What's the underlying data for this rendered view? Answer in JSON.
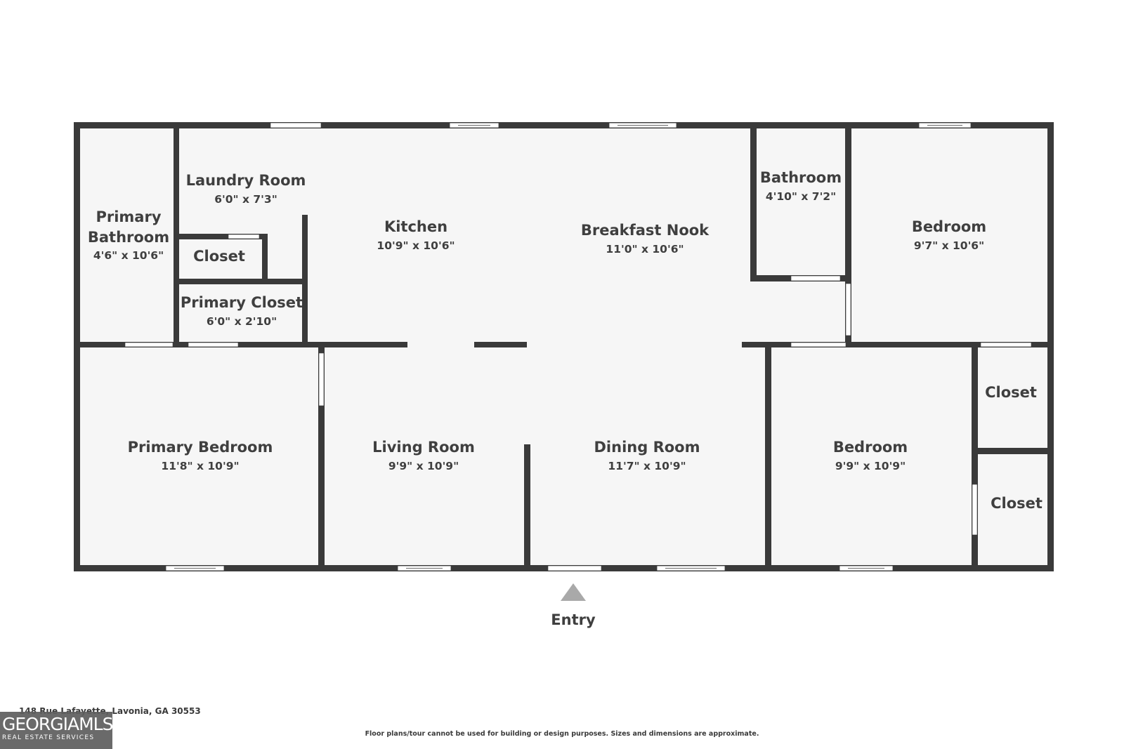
{
  "rooms": [
    {
      "id": "primary-bathroom",
      "name": "Primary Bathroom",
      "dims": "4'6\" x 10'6\""
    },
    {
      "id": "laundry-room",
      "name": "Laundry Room",
      "dims": "6'0\" x 7'3\""
    },
    {
      "id": "closet-laundry",
      "name": "Closet",
      "dims": ""
    },
    {
      "id": "primary-closet",
      "name": "Primary Closet",
      "dims": "6'0\" x 2'10\""
    },
    {
      "id": "kitchen",
      "name": "Kitchen",
      "dims": "10'9\" x 10'6\""
    },
    {
      "id": "breakfast-nook",
      "name": "Breakfast Nook",
      "dims": "11'0\" x 10'6\""
    },
    {
      "id": "bathroom",
      "name": "Bathroom",
      "dims": "4'10\" x 7'2\""
    },
    {
      "id": "bedroom-top",
      "name": "Bedroom",
      "dims": "9'7\" x 10'6\""
    },
    {
      "id": "primary-bedroom",
      "name": "Primary Bedroom",
      "dims": "11'8\" x 10'9\""
    },
    {
      "id": "living-room",
      "name": "Living Room",
      "dims": "9'9\" x 10'9\""
    },
    {
      "id": "dining-room",
      "name": "Dining Room",
      "dims": "11'7\" x 10'9\""
    },
    {
      "id": "bedroom-bottom",
      "name": "Bedroom",
      "dims": "9'9\" x 10'9\""
    },
    {
      "id": "closet-upper-right",
      "name": "Closet",
      "dims": ""
    },
    {
      "id": "closet-lower-right",
      "name": "Closet",
      "dims": ""
    }
  ],
  "entry": {
    "label": "Entry"
  },
  "footer": {
    "address": "148 Rue Lafayette, Lavonia, GA 30553",
    "disclaimer": "Floor plans/tour cannot be used for building or design purposes. Sizes and dimensions are approximate."
  },
  "logo": {
    "main": "GEORGIAMLS",
    "sub": "REAL ESTATE SERVICES"
  },
  "colors": {
    "wall": "#3a3a3a",
    "floor": "#f6f6f6",
    "text": "#3f3f3f",
    "background": "#ffffff"
  }
}
